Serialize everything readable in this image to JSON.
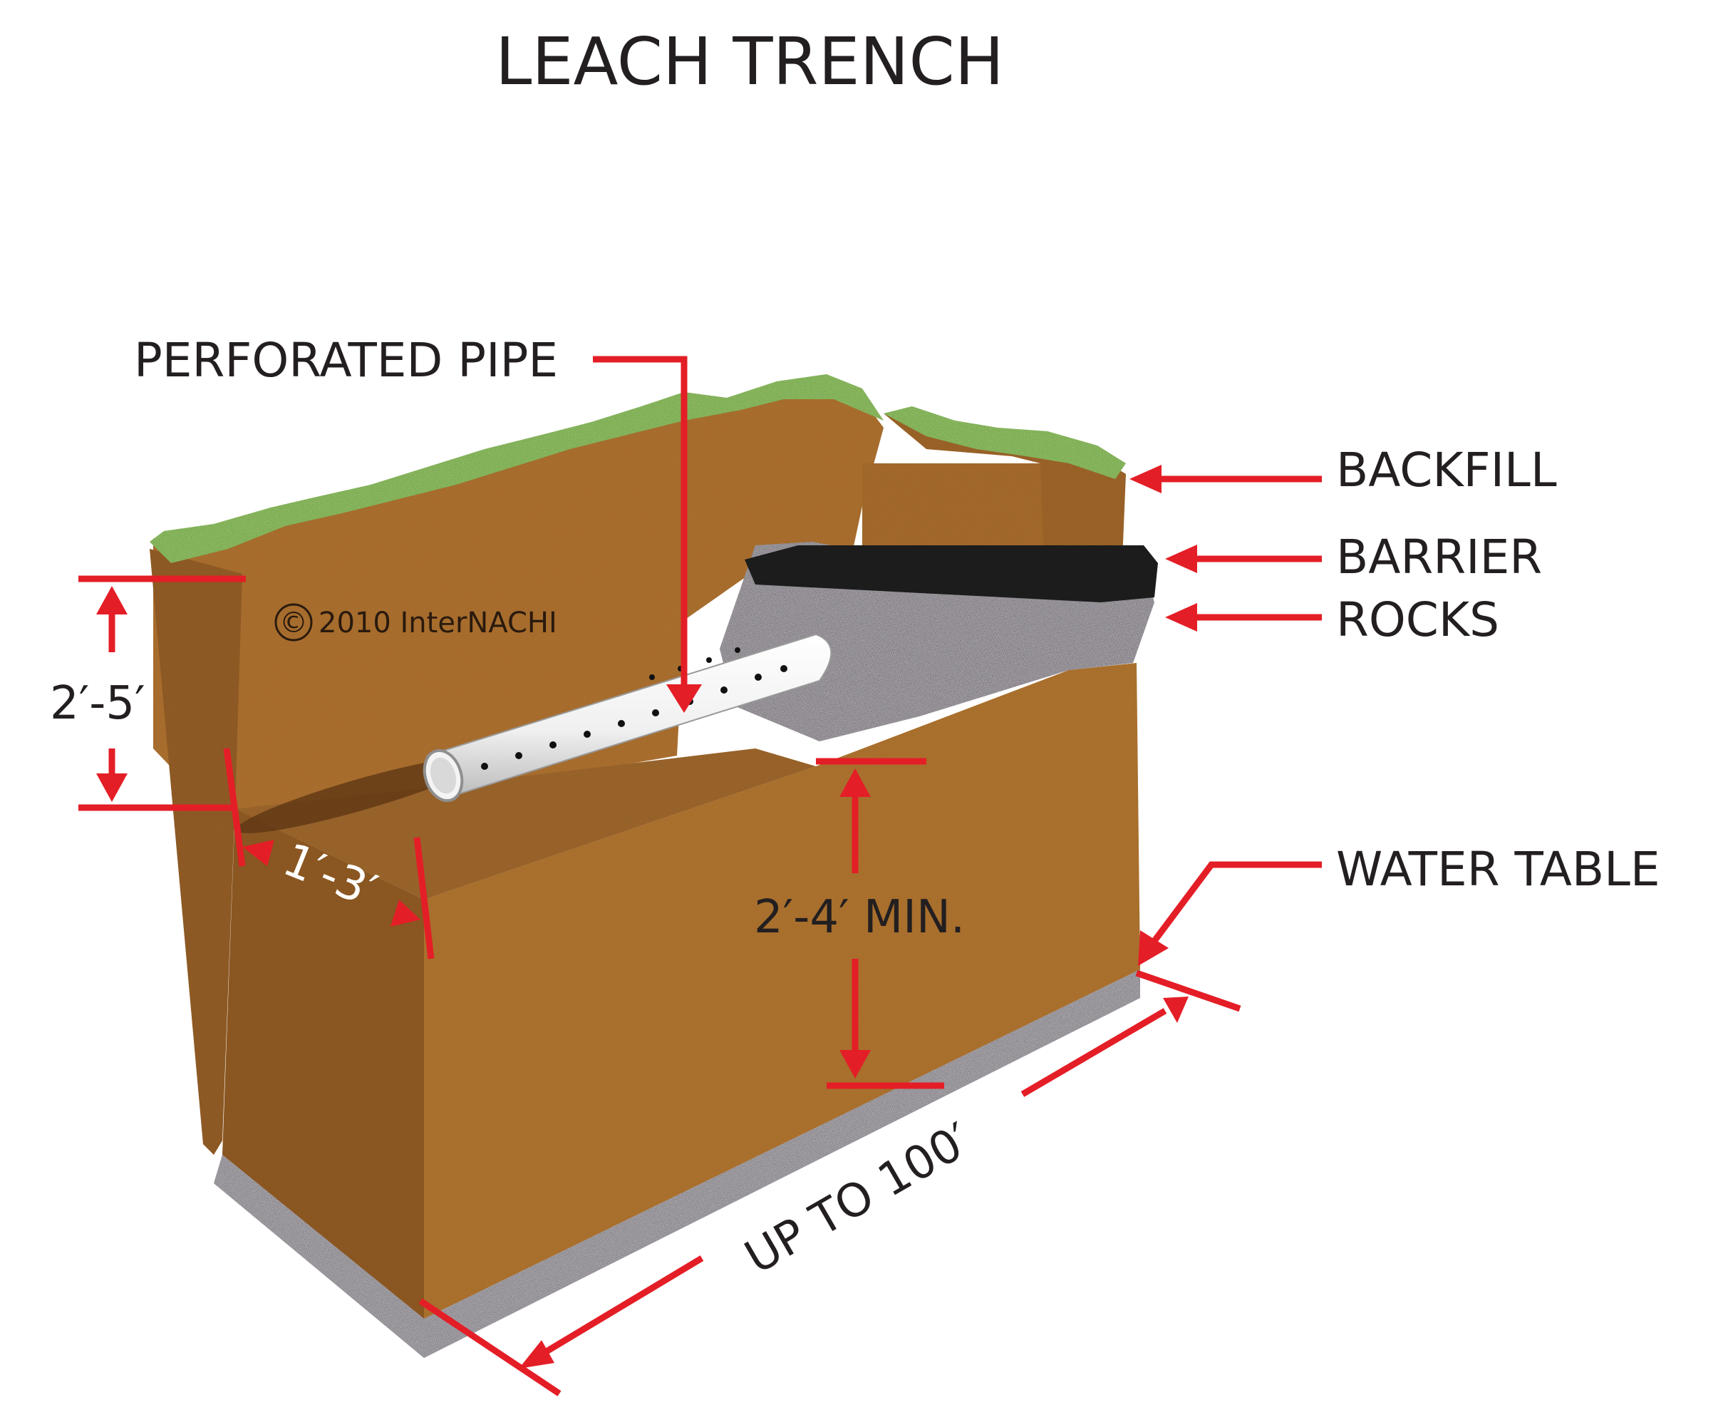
{
  "title": "LEACH TRENCH",
  "copyright": "2010  InterNACHI",
  "copyright_symbol": "©",
  "callouts": {
    "perforated_pipe": "PERFORATED PIPE",
    "backfill": "BACKFILL",
    "barrier": "BARRIER",
    "rocks": "ROCKS",
    "water_table": "WATER TABLE"
  },
  "dimensions": {
    "trench_depth": "2′-5′",
    "trench_width": "1′-3′",
    "separation": "2′-4′ MIN.",
    "length": "UP TO 100′"
  },
  "colors": {
    "accent": "#e41e26",
    "soil": "#a96a2c",
    "soil_dark": "#7a4a1c",
    "grass": "#4f8a2c",
    "barrier": "#1c1c1c",
    "gravel": "#4a4650",
    "pipe": "#f2f2f2"
  }
}
